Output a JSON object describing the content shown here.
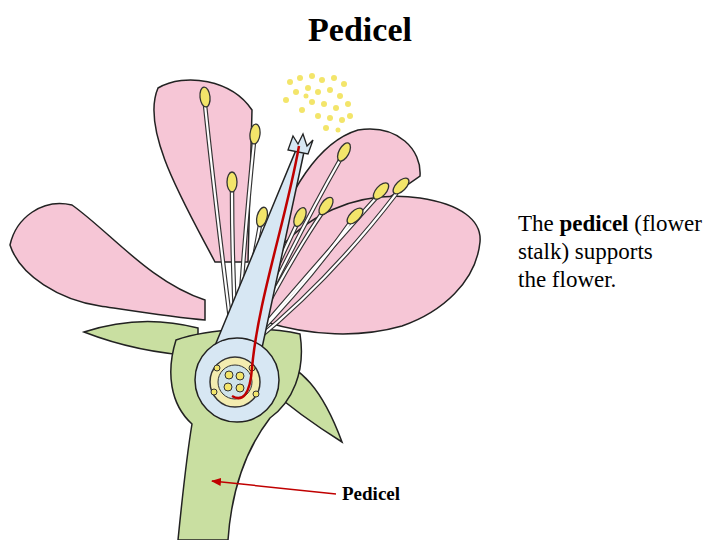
{
  "diagram": {
    "title": "Pedicel",
    "labels": [
      "The",
      "pedicel",
      "(flower stalk) supports the flower.",
      "Pedicel"
    ]
  }
}
